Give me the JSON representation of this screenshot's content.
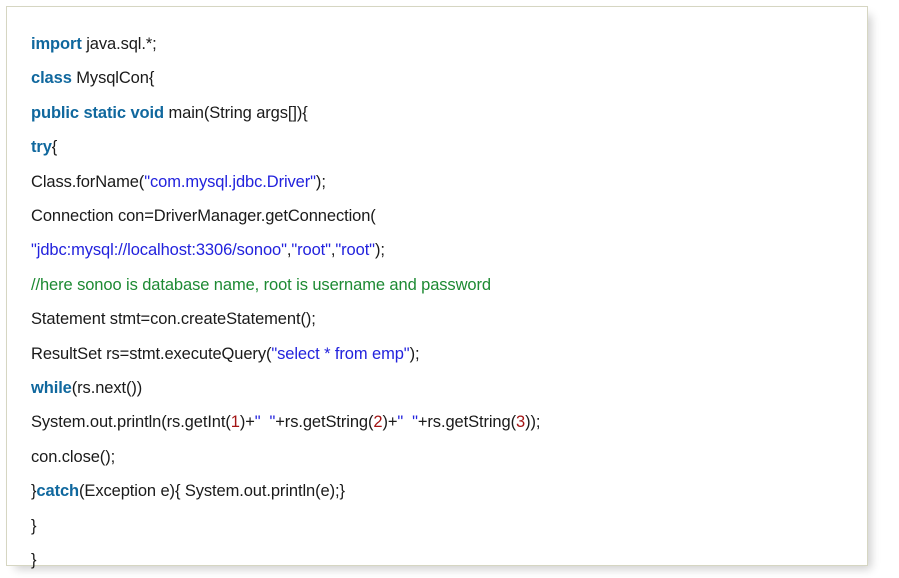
{
  "card": {
    "background": "#ffffff",
    "border_color": "#d6d6c2",
    "shadow": "rgba(0,0,0,0.20)"
  },
  "syntax_colors": {
    "keyword": "#10689e",
    "string": "#2222dd",
    "comment": "#1d8a33",
    "number": "#a31515",
    "plain": "#1a1a1a"
  },
  "code": {
    "language": "java",
    "lines": [
      {
        "index": 1,
        "text": "import java.sql.*;",
        "tokens": [
          {
            "t": "import",
            "c": "keyword"
          },
          {
            "t": " java.sql.*;",
            "c": "plain"
          }
        ]
      },
      {
        "index": 2,
        "text": "class MysqlCon{",
        "tokens": [
          {
            "t": "class",
            "c": "keyword"
          },
          {
            "t": " MysqlCon{",
            "c": "plain"
          }
        ]
      },
      {
        "index": 3,
        "text": "public static void main(String args[]){",
        "tokens": [
          {
            "t": "public static void",
            "c": "keyword"
          },
          {
            "t": " main(String args[]){",
            "c": "plain"
          }
        ]
      },
      {
        "index": 4,
        "text": "try{",
        "tokens": [
          {
            "t": "try",
            "c": "keyword"
          },
          {
            "t": "{",
            "c": "plain"
          }
        ]
      },
      {
        "index": 5,
        "text": "Class.forName(\"com.mysql.jdbc.Driver\");",
        "tokens": [
          {
            "t": "Class.forName(",
            "c": "plain"
          },
          {
            "t": "\"com.mysql.jdbc.Driver\"",
            "c": "string"
          },
          {
            "t": ");",
            "c": "plain"
          }
        ]
      },
      {
        "index": 6,
        "text": "Connection con=DriverManager.getConnection(",
        "tokens": [
          {
            "t": "Connection con=DriverManager.getConnection(",
            "c": "plain"
          }
        ]
      },
      {
        "index": 7,
        "text": "\"jdbc:mysql://localhost:3306/sonoo\",\"root\",\"root\");",
        "tokens": [
          {
            "t": "\"jdbc:mysql://localhost:3306/sonoo\"",
            "c": "string"
          },
          {
            "t": ",",
            "c": "plain"
          },
          {
            "t": "\"root\"",
            "c": "string"
          },
          {
            "t": ",",
            "c": "plain"
          },
          {
            "t": "\"root\"",
            "c": "string"
          },
          {
            "t": ");",
            "c": "plain"
          }
        ]
      },
      {
        "index": 8,
        "text": "//here sonoo is database name, root is username and password",
        "tokens": [
          {
            "t": "//here sonoo is database name, root is username and password",
            "c": "comment"
          }
        ]
      },
      {
        "index": 9,
        "text": "Statement stmt=con.createStatement();",
        "tokens": [
          {
            "t": "Statement stmt=con.createStatement();",
            "c": "plain"
          }
        ]
      },
      {
        "index": 10,
        "text": "ResultSet rs=stmt.executeQuery(\"select * from emp\");",
        "tokens": [
          {
            "t": "ResultSet rs=stmt.executeQuery(",
            "c": "plain"
          },
          {
            "t": "\"select * from emp\"",
            "c": "string"
          },
          {
            "t": ");",
            "c": "plain"
          }
        ]
      },
      {
        "index": 11,
        "text": "while(rs.next())",
        "tokens": [
          {
            "t": "while",
            "c": "keyword"
          },
          {
            "t": "(rs.next())",
            "c": "plain"
          }
        ]
      },
      {
        "index": 12,
        "text": "System.out.println(rs.getInt(1)+\" \"+rs.getString(2)+\" \"+rs.getString(3));",
        "tokens": [
          {
            "t": "System.out.println(rs.getInt(",
            "c": "plain"
          },
          {
            "t": "1",
            "c": "number"
          },
          {
            "t": ")+",
            "c": "plain"
          },
          {
            "t": "\"  \"",
            "c": "string"
          },
          {
            "t": "+rs.getString(",
            "c": "plain"
          },
          {
            "t": "2",
            "c": "number"
          },
          {
            "t": ")+",
            "c": "plain"
          },
          {
            "t": "\"  \"",
            "c": "string"
          },
          {
            "t": "+rs.getString(",
            "c": "plain"
          },
          {
            "t": "3",
            "c": "number"
          },
          {
            "t": "));",
            "c": "plain"
          }
        ]
      },
      {
        "index": 13,
        "text": "con.close();",
        "tokens": [
          {
            "t": "con.close();",
            "c": "plain"
          }
        ]
      },
      {
        "index": 14,
        "text": "}catch(Exception e){ System.out.println(e);}",
        "tokens": [
          {
            "t": "}",
            "c": "plain"
          },
          {
            "t": "catch",
            "c": "keyword"
          },
          {
            "t": "(Exception e){ System.out.println(e);}",
            "c": "plain"
          }
        ]
      },
      {
        "index": 15,
        "text": "}",
        "tokens": [
          {
            "t": "}",
            "c": "plain"
          }
        ]
      },
      {
        "index": 16,
        "text": "}",
        "tokens": [
          {
            "t": "}",
            "c": "plain"
          }
        ]
      }
    ]
  }
}
